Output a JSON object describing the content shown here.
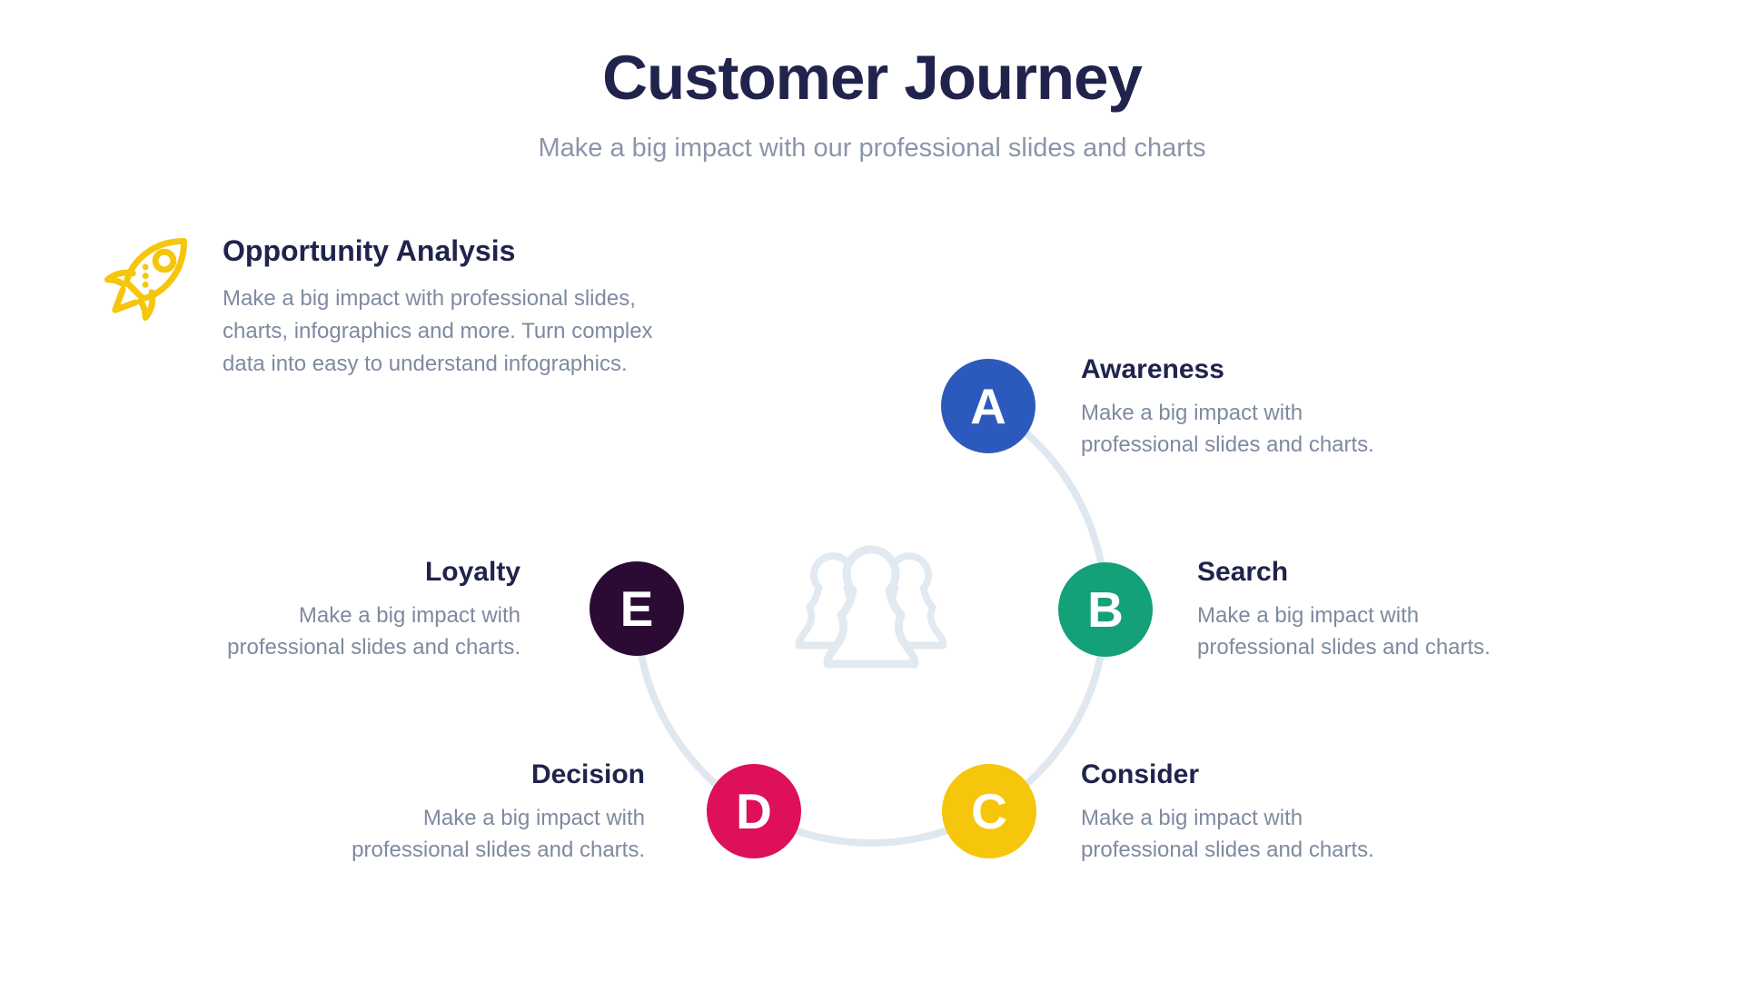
{
  "slide": {
    "title": "Customer Journey",
    "subtitle": "Make a big impact with our professional slides and charts"
  },
  "intro": {
    "icon": "rocket-icon",
    "heading": "Opportunity Analysis",
    "body": "Make a big impact with professional slides, charts, infographics and more. Turn complex data into easy to understand infographics."
  },
  "diagram": {
    "center_icon": "people-group-icon",
    "ring_color": "#dfe8f0",
    "center_icon_color": "#e2e9f0"
  },
  "stages": [
    {
      "letter": "A",
      "label": "Awareness",
      "body": "Make a big impact with professional slides and charts.",
      "color": "#2c5abc"
    },
    {
      "letter": "B",
      "label": "Search",
      "body": "Make a big impact with professional slides and charts.",
      "color": "#14a078"
    },
    {
      "letter": "C",
      "label": "Consider",
      "body": "Make a big impact with professional slides and charts.",
      "color": "#f5c60b"
    },
    {
      "letter": "D",
      "label": "Decision",
      "body": "Make a big impact with professional slides and charts.",
      "color": "#dd1059"
    },
    {
      "letter": "E",
      "label": "Loyalty",
      "body": "Make a big impact with professional slides and charts.",
      "color": "#2b0a33"
    }
  ],
  "colors": {
    "title_text": "#20244c",
    "subtitle_text": "#8b95aa",
    "body_text": "#7e8aa0",
    "accent_yellow": "#f5c60b",
    "background": "#ffffff"
  }
}
